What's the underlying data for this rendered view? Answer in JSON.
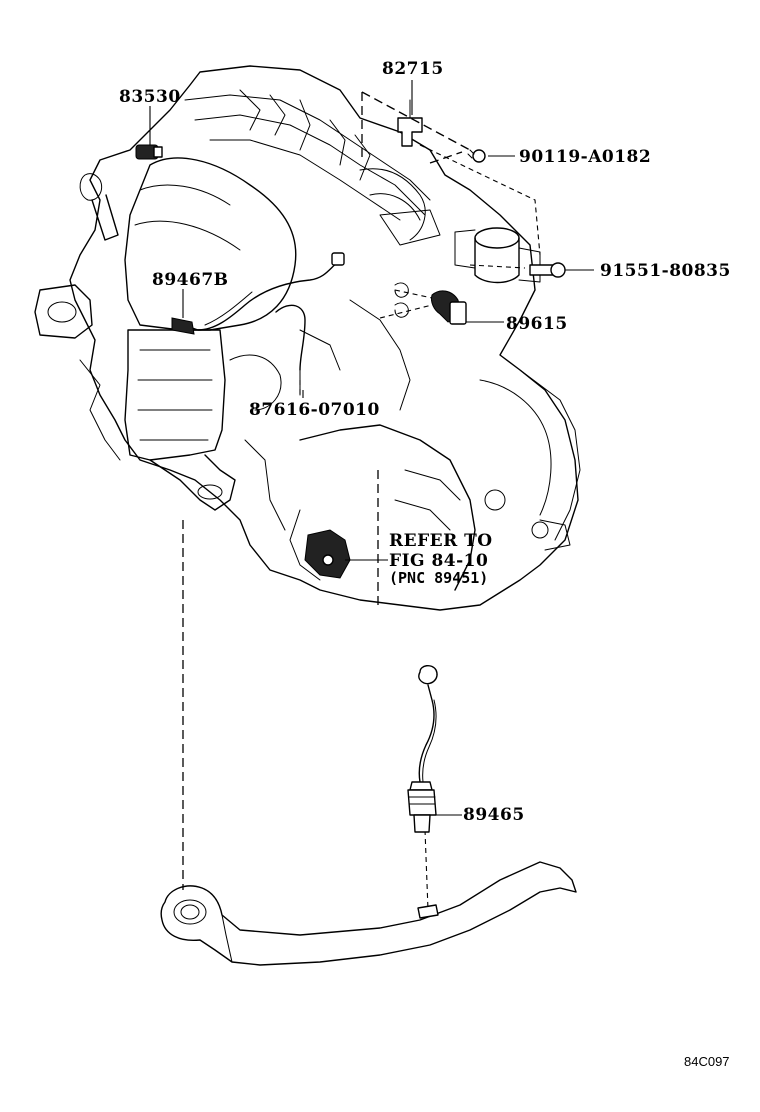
{
  "labels": {
    "p82715": "82715",
    "p83530": "83530",
    "p90119": "90119-A0182",
    "p91551": "91551-80835",
    "p89467b": "89467B",
    "p89615": "89615",
    "p87616": "87616-07010",
    "refer_line1": "REFER TO",
    "refer_line2": "FIG 84-10",
    "refer_line3": "(PNC 89451)",
    "p89465": "89465"
  },
  "figure_code": "84C097"
}
